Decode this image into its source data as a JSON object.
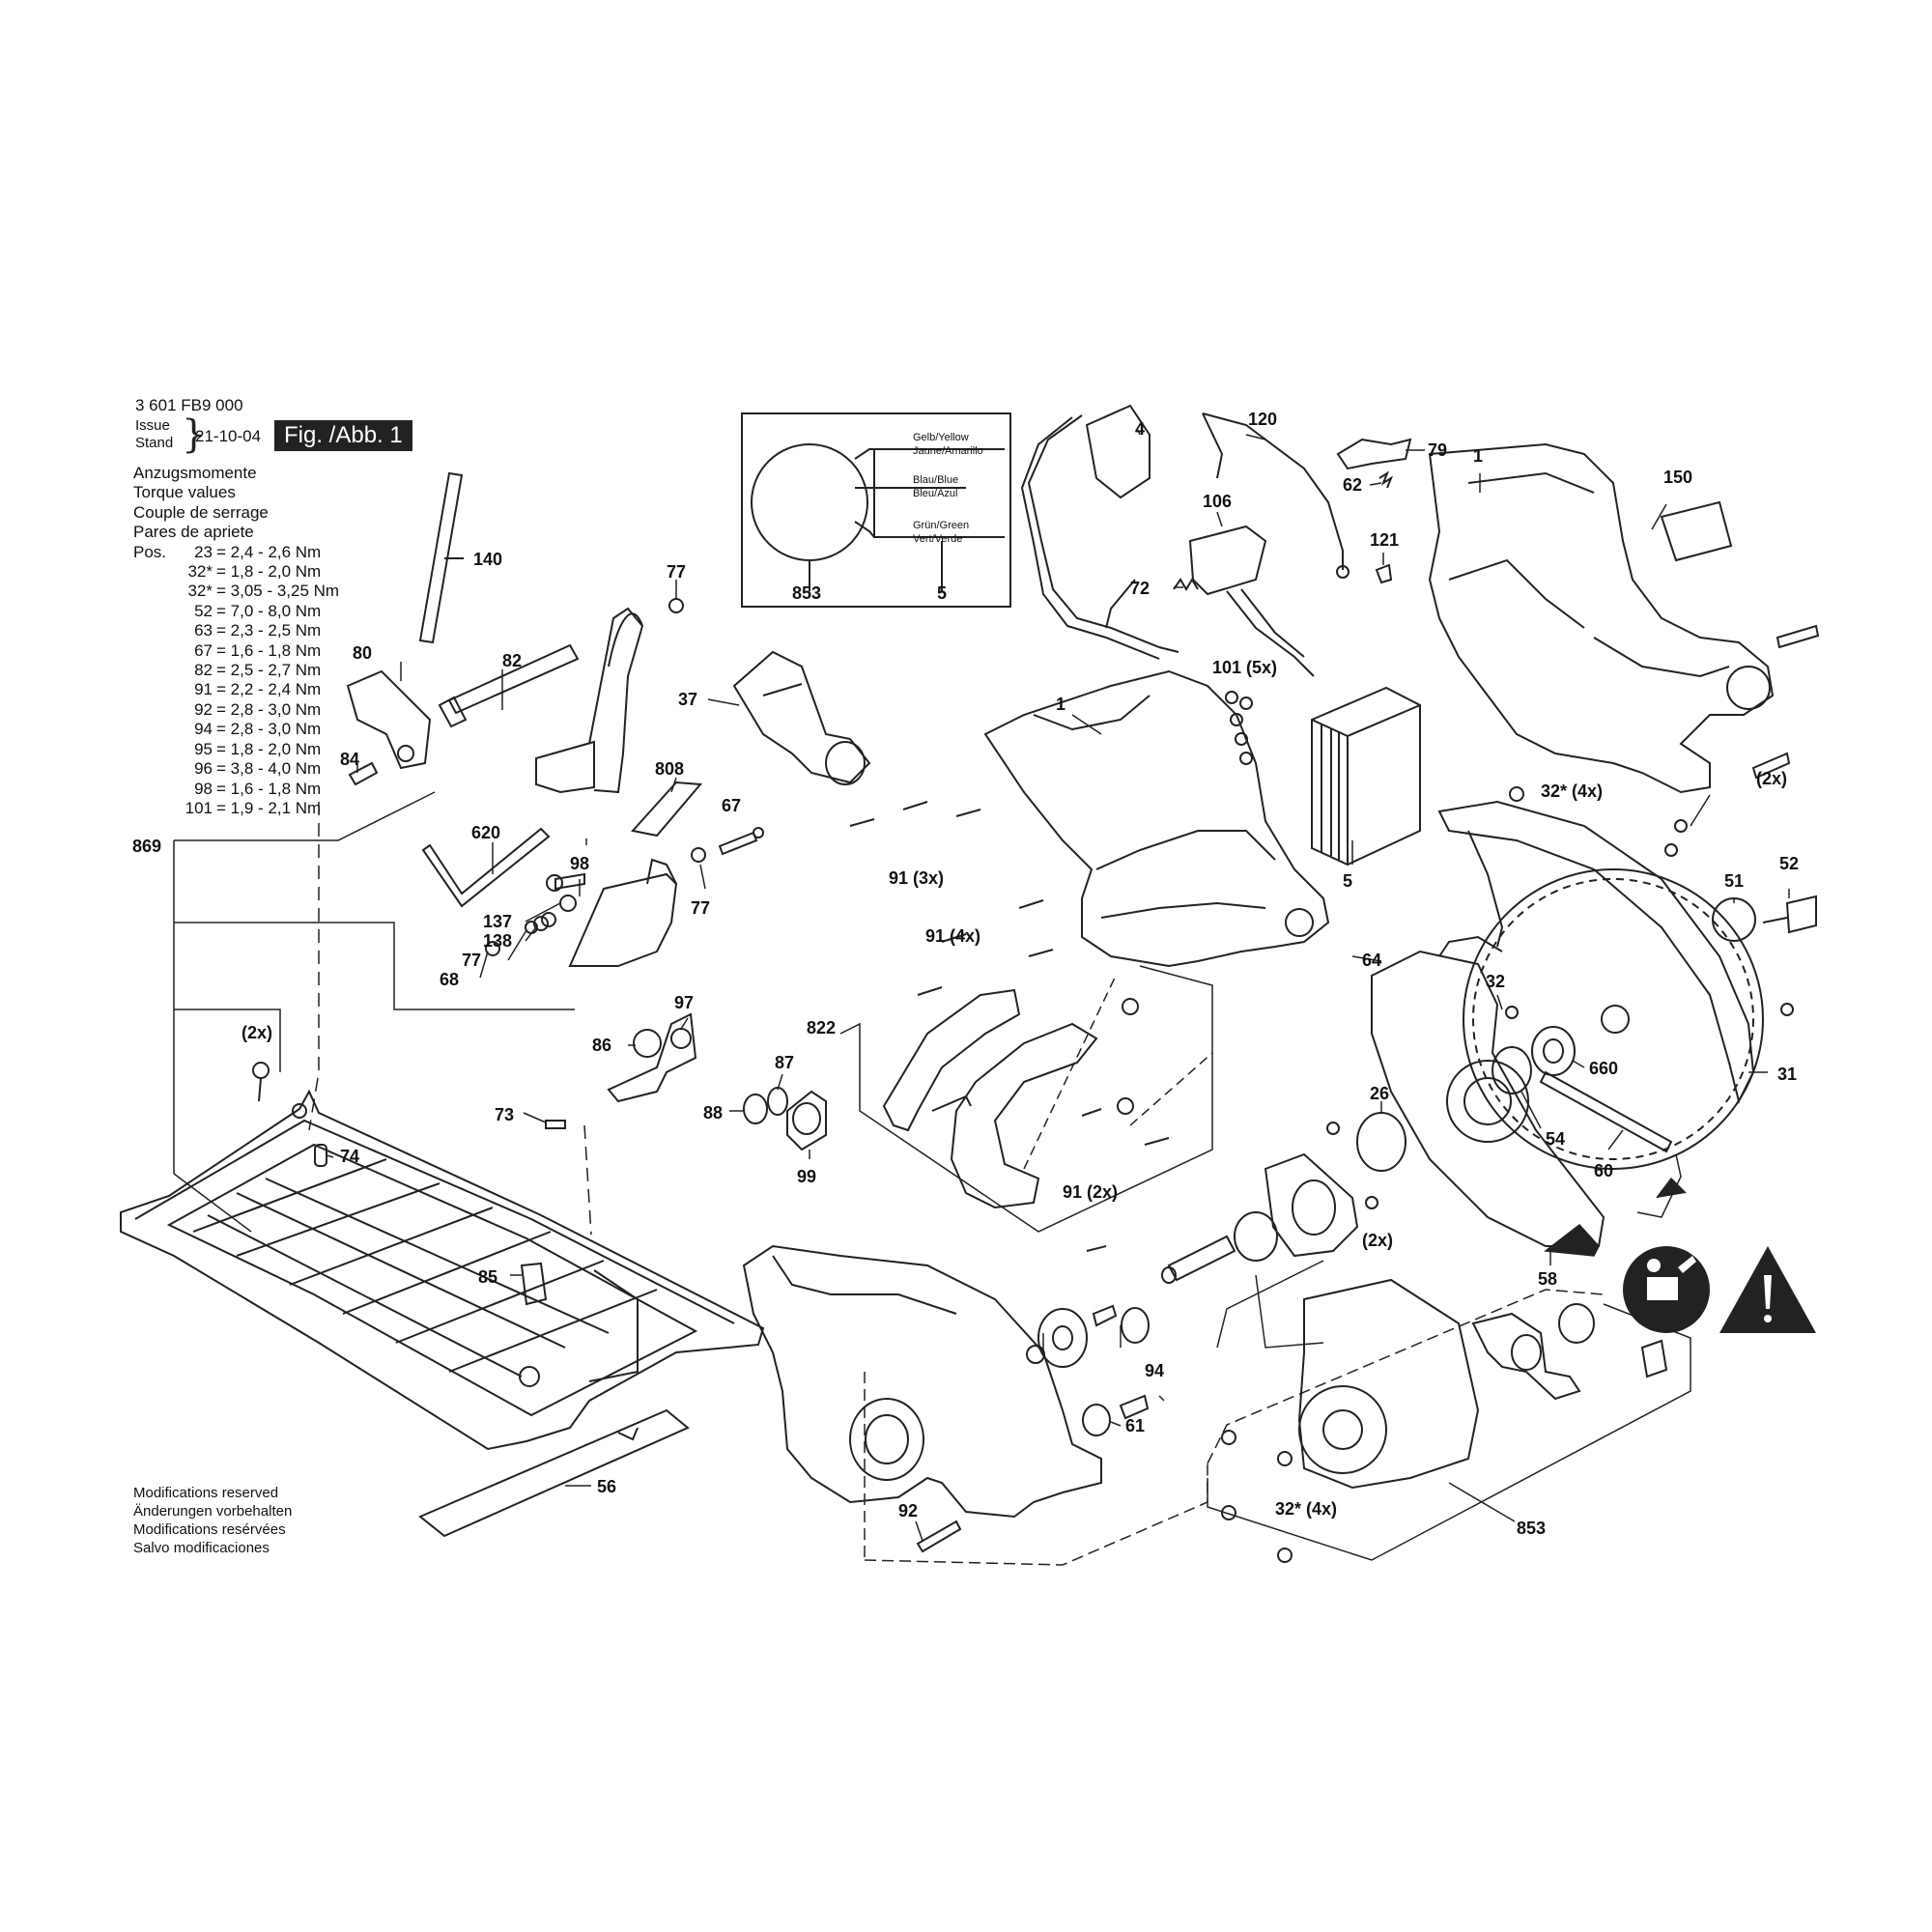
{
  "header": {
    "doc_id": "3 601 FB9 000",
    "issue_label": "Issue",
    "stand_label": "Stand",
    "date": "21-10-04",
    "figure_badge": "Fig. /Abb. 1"
  },
  "torque": {
    "titles": [
      "Anzugsmomente",
      "Torque values",
      "Couple de serrage",
      "Pares de apriete"
    ],
    "pos_label": "Pos.",
    "rows": [
      {
        "key": "23",
        "value": "= 2,4 - 2,6 Nm"
      },
      {
        "key": "32*",
        "value": "= 1,8 - 2,0 Nm"
      },
      {
        "key": "32*",
        "value": "= 3,05 - 3,25 Nm"
      },
      {
        "key": "52",
        "value": "= 7,0 - 8,0 Nm"
      },
      {
        "key": "63",
        "value": "= 2,3 - 2,5 Nm"
      },
      {
        "key": "67",
        "value": "= 1,6 - 1,8 Nm"
      },
      {
        "key": "82",
        "value": "= 2,5 - 2,7 Nm"
      },
      {
        "key": "91",
        "value": "= 2,2 - 2,4 Nm"
      },
      {
        "key": "92",
        "value": "= 2,8 - 3,0 Nm"
      },
      {
        "key": "94",
        "value": "= 2,8 - 3,0 Nm"
      },
      {
        "key": "95",
        "value": "= 1,8 - 2,0 Nm"
      },
      {
        "key": "96",
        "value": "= 3,8 - 4,0 Nm"
      },
      {
        "key": "98",
        "value": "= 1,6 - 1,8 Nm"
      },
      {
        "key": "101",
        "value": "= 1,9 - 2,1 Nm"
      }
    ]
  },
  "modifications": [
    "Modifications reserved",
    "Änderungen vorbehalten",
    "Modifications resérvées",
    "Salvo modificaciones"
  ],
  "wire_legend": {
    "yellow": [
      "Gelb/Yellow",
      "Jaune/Amarillo"
    ],
    "blue": [
      "Blau/Blue",
      "Bleu/Azul"
    ],
    "green": [
      "Grün/Green",
      "Vert/Verde"
    ],
    "box_num_left": "853",
    "box_num_right": "5"
  },
  "callouts": {
    "c140": "140",
    "c77a": "77",
    "c80": "80",
    "c82": "82",
    "c84": "84",
    "c37": "37",
    "c808": "808",
    "c620": "620",
    "c869": "869",
    "c67": "67",
    "c98": "98",
    "c77b": "77",
    "c137": "137",
    "c138": "138",
    "c77c": "77",
    "c68": "68",
    "c97": "97",
    "c86": "86",
    "c87": "87",
    "c88": "88",
    "c99": "99",
    "c73": "73",
    "c74": "74",
    "c2xa": "(2x)",
    "c85": "85",
    "c56": "56",
    "c4": "4",
    "c120": "120",
    "c106": "106",
    "c72": "72",
    "c121": "121",
    "c79": "79",
    "c62": "62",
    "c1a": "1",
    "c150": "150",
    "c1b": "1",
    "c101": "101 (5x)",
    "c5": "5",
    "c913x": "91 (3x)",
    "c914x": "91 (4x)",
    "c822": "822",
    "c912x": "91 (2x)",
    "c32a": "32* (4x)",
    "c2xb": "(2x)",
    "c51": "51",
    "c52": "52",
    "c64": "64",
    "c32b": "32",
    "c660": "660",
    "c31": "31",
    "c26": "26",
    "c54": "54",
    "c60": "60",
    "c2xc": "(2x)",
    "c58": "58",
    "c94": "94",
    "c61": "61",
    "c92": "92",
    "c32c": "32* (4x)",
    "c853": "853"
  }
}
